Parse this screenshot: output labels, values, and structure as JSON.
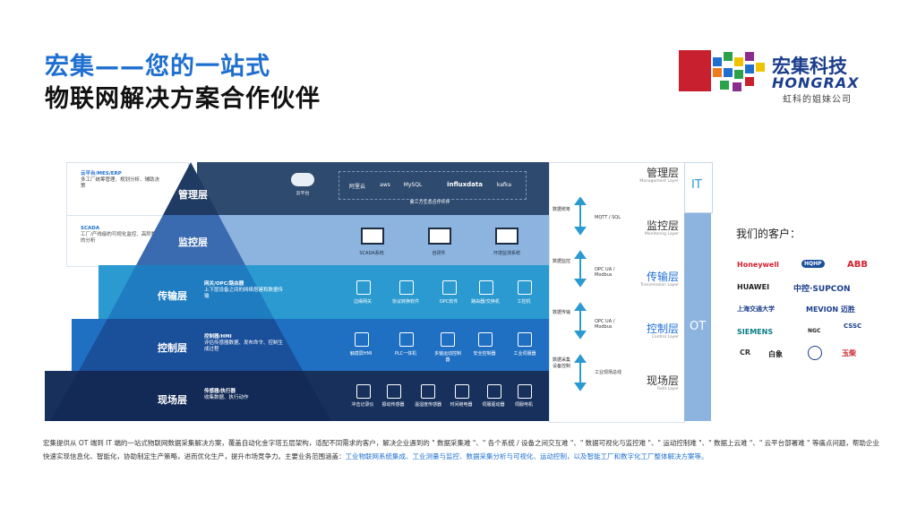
{
  "title": {
    "line1": "宏集——您的一站式",
    "line2": "物联网解决方案合作伙伴"
  },
  "logo": {
    "cn": "宏集科技",
    "en": "HONGRAX",
    "sub": "虹科的姐妹公司"
  },
  "layers": [
    {
      "name": "管理层",
      "note_title": "云平台/MES/ERP",
      "note": "多工厂统筹管理、规划分析、辅助决策",
      "items": [
        "云平台",
        "阿里云",
        "aws",
        "MySQL",
        "influxdata",
        "kafka"
      ],
      "caption": "第三方生态合作伙伴",
      "right_cn": "管理层",
      "right_en": "Management Layer"
    },
    {
      "name": "监控层",
      "note_title": "SCADA",
      "note": "工厂/产线级的可视化监控、高阶数据的分析",
      "items": [
        "SCADA系统",
        "自研件",
        "环境监测系统"
      ],
      "right_cn": "监控层",
      "right_en": "Monitoring Layer"
    },
    {
      "name": "传输层",
      "note_title": "网关/OPC/路由器",
      "note": "上下层设备之间的网络搭建和数据传输",
      "items": [
        "边缘网关",
        "协议转换软件",
        "OPC软件",
        "路由器/交换机",
        "工控机"
      ],
      "right_cn": "传输层",
      "right_en": "Transmission Layer"
    },
    {
      "name": "控制层",
      "note_title": "控制器/HMI",
      "note": "评估传感器数据、发布命令、控制生成过程",
      "items": [
        "触摸屏HMI",
        "PLC一体机",
        "多轴运动控制器",
        "安全控制器",
        "工业伺服器"
      ],
      "right_cn": "控制层",
      "right_en": "Control Layer"
    },
    {
      "name": "现场层",
      "note_title": "传感器/执行器",
      "note": "收集数据、执行动作",
      "items": [
        "冲击记录仪",
        "振动传感器",
        "温湿度传感器",
        "时间继电器",
        "伺服驱动器",
        "伺服电机"
      ],
      "right_cn": "现场层",
      "right_en": "Field Layer"
    }
  ],
  "flows": [
    {
      "label": "数据统筹",
      "proto": "MQTT / SQL"
    },
    {
      "label": "数据监控",
      "proto": "OPC UA / Modbus"
    },
    {
      "label": "数据传输",
      "proto": "OPC UA / Modbus"
    },
    {
      "label": "数据采集 设备控制",
      "proto": "工业现场总线"
    }
  ],
  "sidebar": {
    "it": "IT",
    "ot": "OT"
  },
  "customers_title": "我们的客户：",
  "customers": [
    "Honeywell",
    "HQHP",
    "ABB",
    "HUAWEI",
    "中控·SUPCON",
    "上海交通大学",
    "MEVION 迈胜",
    "CSSC",
    "SIEMENS",
    "NGC",
    "白象",
    "玉柴",
    "CR"
  ],
  "footer": {
    "text": "宏集提供从 OT 端到 IT 端的一站式物联网数据采集解决方案，覆盖自动化金字塔五层架构，适配不同需求的客户，解决企业遇到的 \" 数据采集难 \"、\" 各个系统 / 设备之间交互难 \"、\" 数据可视化与监控难 \"、\" 运动控制难 \"、\" 数据上云难 \"、\" 云平台部署难 \" 等痛点问题，帮助企业快速实现信息化、智能化，协助制定生产策略，进而优化生产，提升市场竞争力。主要业务范围涵盖：",
    "highlight": "工业物联网系统集成、工业测量与监控、数据采集分析与可视化、运动控制，以及智能工厂和数字化工厂整体解决方案等。"
  },
  "colors": {
    "accent": "#1e6fd0",
    "dark": "#1f2d44",
    "layer1": "#2e4a6e",
    "layer2": "#8cb4de",
    "layer3": "#2a9ad0",
    "layer4": "#1f6fc2",
    "layer5": "#17305c"
  }
}
